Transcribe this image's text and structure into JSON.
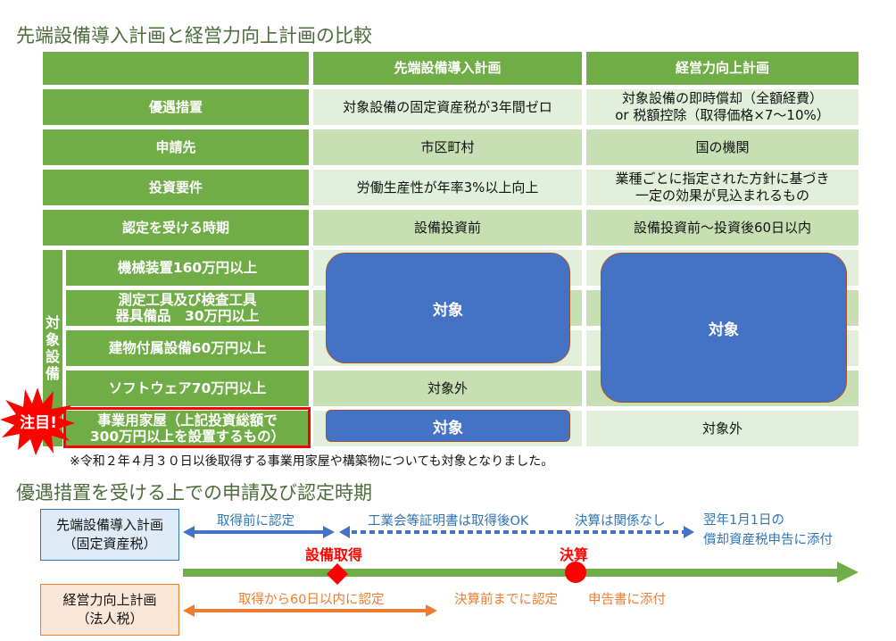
{
  "section1": {
    "title": "先端設備導入計画と経営力向上計画の比較"
  },
  "table": {
    "columns": [
      "",
      "先端設備導入計画",
      "経営力向上計画"
    ],
    "rows": [
      {
        "label": "優遇措置",
        "col1": "対象設備の固定資産税が3年間ゼロ",
        "col2_line1": "対象設備の即時償却（全額経費）",
        "col2_line2": "or 税額控除（取得価格×7〜10%）"
      },
      {
        "label": "申請先",
        "col1": "市区町村",
        "col2": "国の機関"
      },
      {
        "label": "投資要件",
        "col1": "労働生産性が年率3%以上向上",
        "col2_line1": "業種ごとに指定された方針に基づき",
        "col2_line2": "一定の効果が見込まれるもの"
      },
      {
        "label": "認定を受ける時期",
        "col1": "設備投資前",
        "col2": "設備投資前〜投資後60日以内"
      }
    ],
    "target_group": {
      "label_chars": [
        "対",
        "象",
        "設",
        "備"
      ],
      "items": [
        {
          "label": "機械装置160万円以上"
        },
        {
          "label_line1": "測定工具及び検査工具",
          "label_line2": "器具備品　30万円以上"
        },
        {
          "label": "建物付属設備60万円以上"
        },
        {
          "label": "ソフトウェア70万円以上"
        },
        {
          "label_line1": "事業用家屋（上記投資総額で",
          "label_line2": "300万円以上を設置するもの）"
        }
      ],
      "col1_block_main": "対象",
      "col1_software": "対象外",
      "col1_building": "対象",
      "col2_block_main": "対象",
      "col2_building": "対象外"
    },
    "callout": {
      "label": "注目!",
      "color": "#ff0000"
    },
    "note": "※令和２年４月３０日以後取得する事業用家屋や構築物についても対象となりました。"
  },
  "section2": {
    "title": "優遇措置を受ける上での申請及び認定時期"
  },
  "timeline": {
    "plan_a": {
      "line1": "先端設備導入計画",
      "line2": "（固定資産税）"
    },
    "plan_b": {
      "line1": "経営力向上計画",
      "line2": "（法人税）"
    },
    "blue_labels": {
      "before_acquisition": "取得前に認定",
      "certificate": "工業会等証明書は取得後OK",
      "settlement_irrelevant": "決算は関係なし",
      "attach_line1": "翌年1月1日の",
      "attach_line2": "償却資産税申告に添付"
    },
    "milestones": {
      "acquisition": "設備取得",
      "settlement": "決算"
    },
    "orange_labels": {
      "within_60_days": "取得から60日以内に認定",
      "before_settlement": "決算前までに認定",
      "attach_return": "申告書に添付"
    },
    "colors": {
      "green": "#70ad47",
      "blue": "#4472c4",
      "orange": "#ed7d31",
      "red": "#ff0000"
    }
  }
}
